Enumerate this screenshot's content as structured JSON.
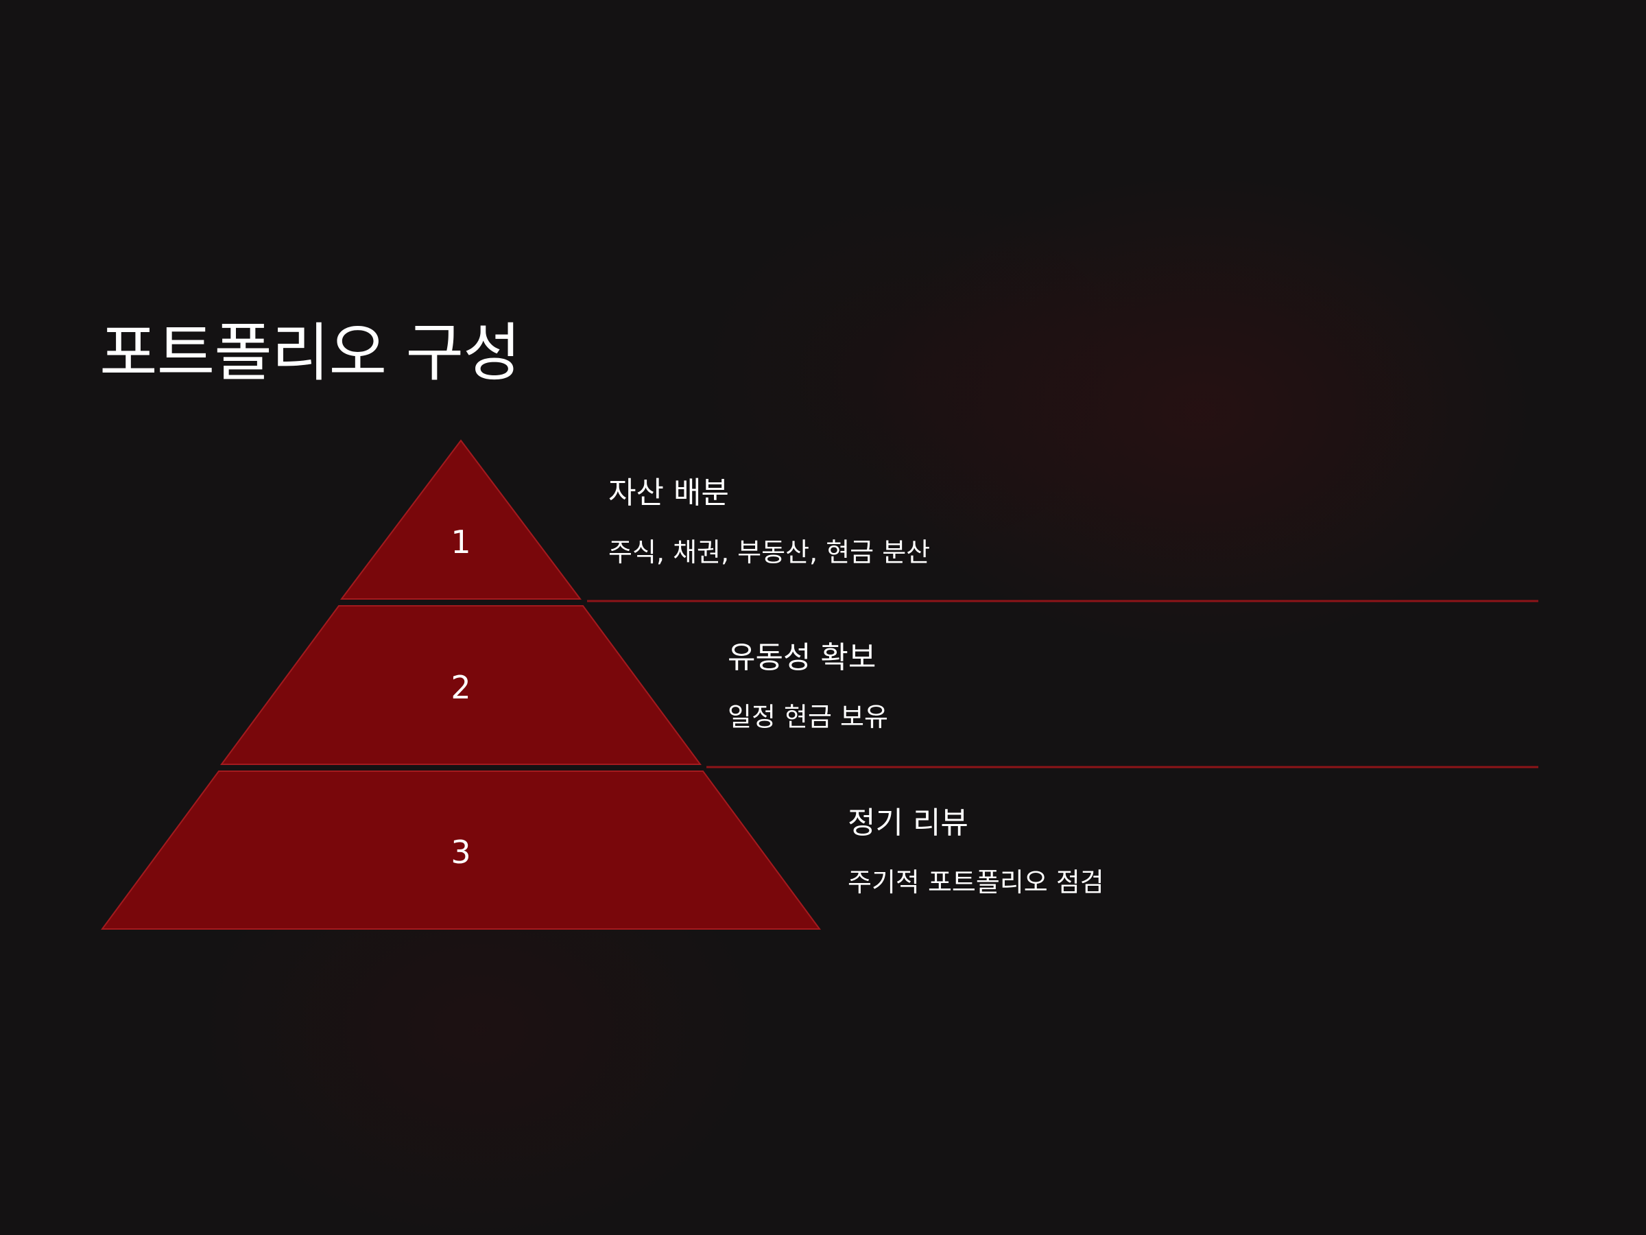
{
  "title": "포트폴리오 구성",
  "levels": [
    {
      "number": "1",
      "heading": "자산 배분",
      "description": "주식, 채권, 부동산, 현금 분산"
    },
    {
      "number": "2",
      "heading": "유동성 확보",
      "description": "일정 현금 보유"
    },
    {
      "number": "3",
      "heading": "정기 리뷰",
      "description": "주기적 포트폴리오 점검"
    }
  ],
  "colors": {
    "background": "#141213",
    "pyramid_fill": "#79070B",
    "pyramid_stroke": "#A31A1E",
    "divider": "#8E1418",
    "text": "#FFFFFF"
  }
}
